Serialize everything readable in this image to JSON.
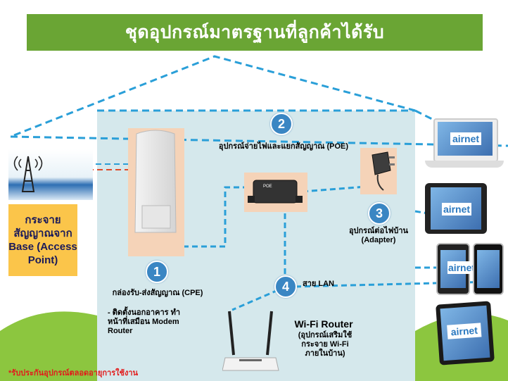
{
  "title": "ชุดอุปกรณ์มาตรฐานที่ลูกค้าได้รับ",
  "base_label": "กระจายสัญญาณจาก Base (Access Point)",
  "items": {
    "n1": "1",
    "n2": "2",
    "n3": "3",
    "n4": "4"
  },
  "poe_label": "อุปกรณ์จ่ายไฟและแยกสัญญาณ (POE)",
  "poe_device_text": "POE",
  "adapter_label": "อุปกรณ์ต่อไฟบ้าน (Adapter)",
  "cpe_label": "กล่องรับ-ส่งสัญญาณ (CPE)",
  "cpe_note": "- ติดตั้งนอกอาคาร ทำหน้าที่เสมือน Modem Router",
  "lan_label": "สาย LAN",
  "router_title": "Wi-Fi Router",
  "router_desc": "(อุปกรณ์เสริมใช้กระจาย Wi-Fi ภายในบ้าน)",
  "brand": "airnet",
  "warranty_note": "*รับประกันอุปกรณ์ตลอดอายุการใช้งาน",
  "colors": {
    "title_bg": "#6aa534",
    "house_bg": "#d5e8ec",
    "dash_blue": "#2a9fd8",
    "badge_blue": "#3a86c3",
    "base_box": "#fbc54a",
    "note_red": "#e21b1b"
  }
}
